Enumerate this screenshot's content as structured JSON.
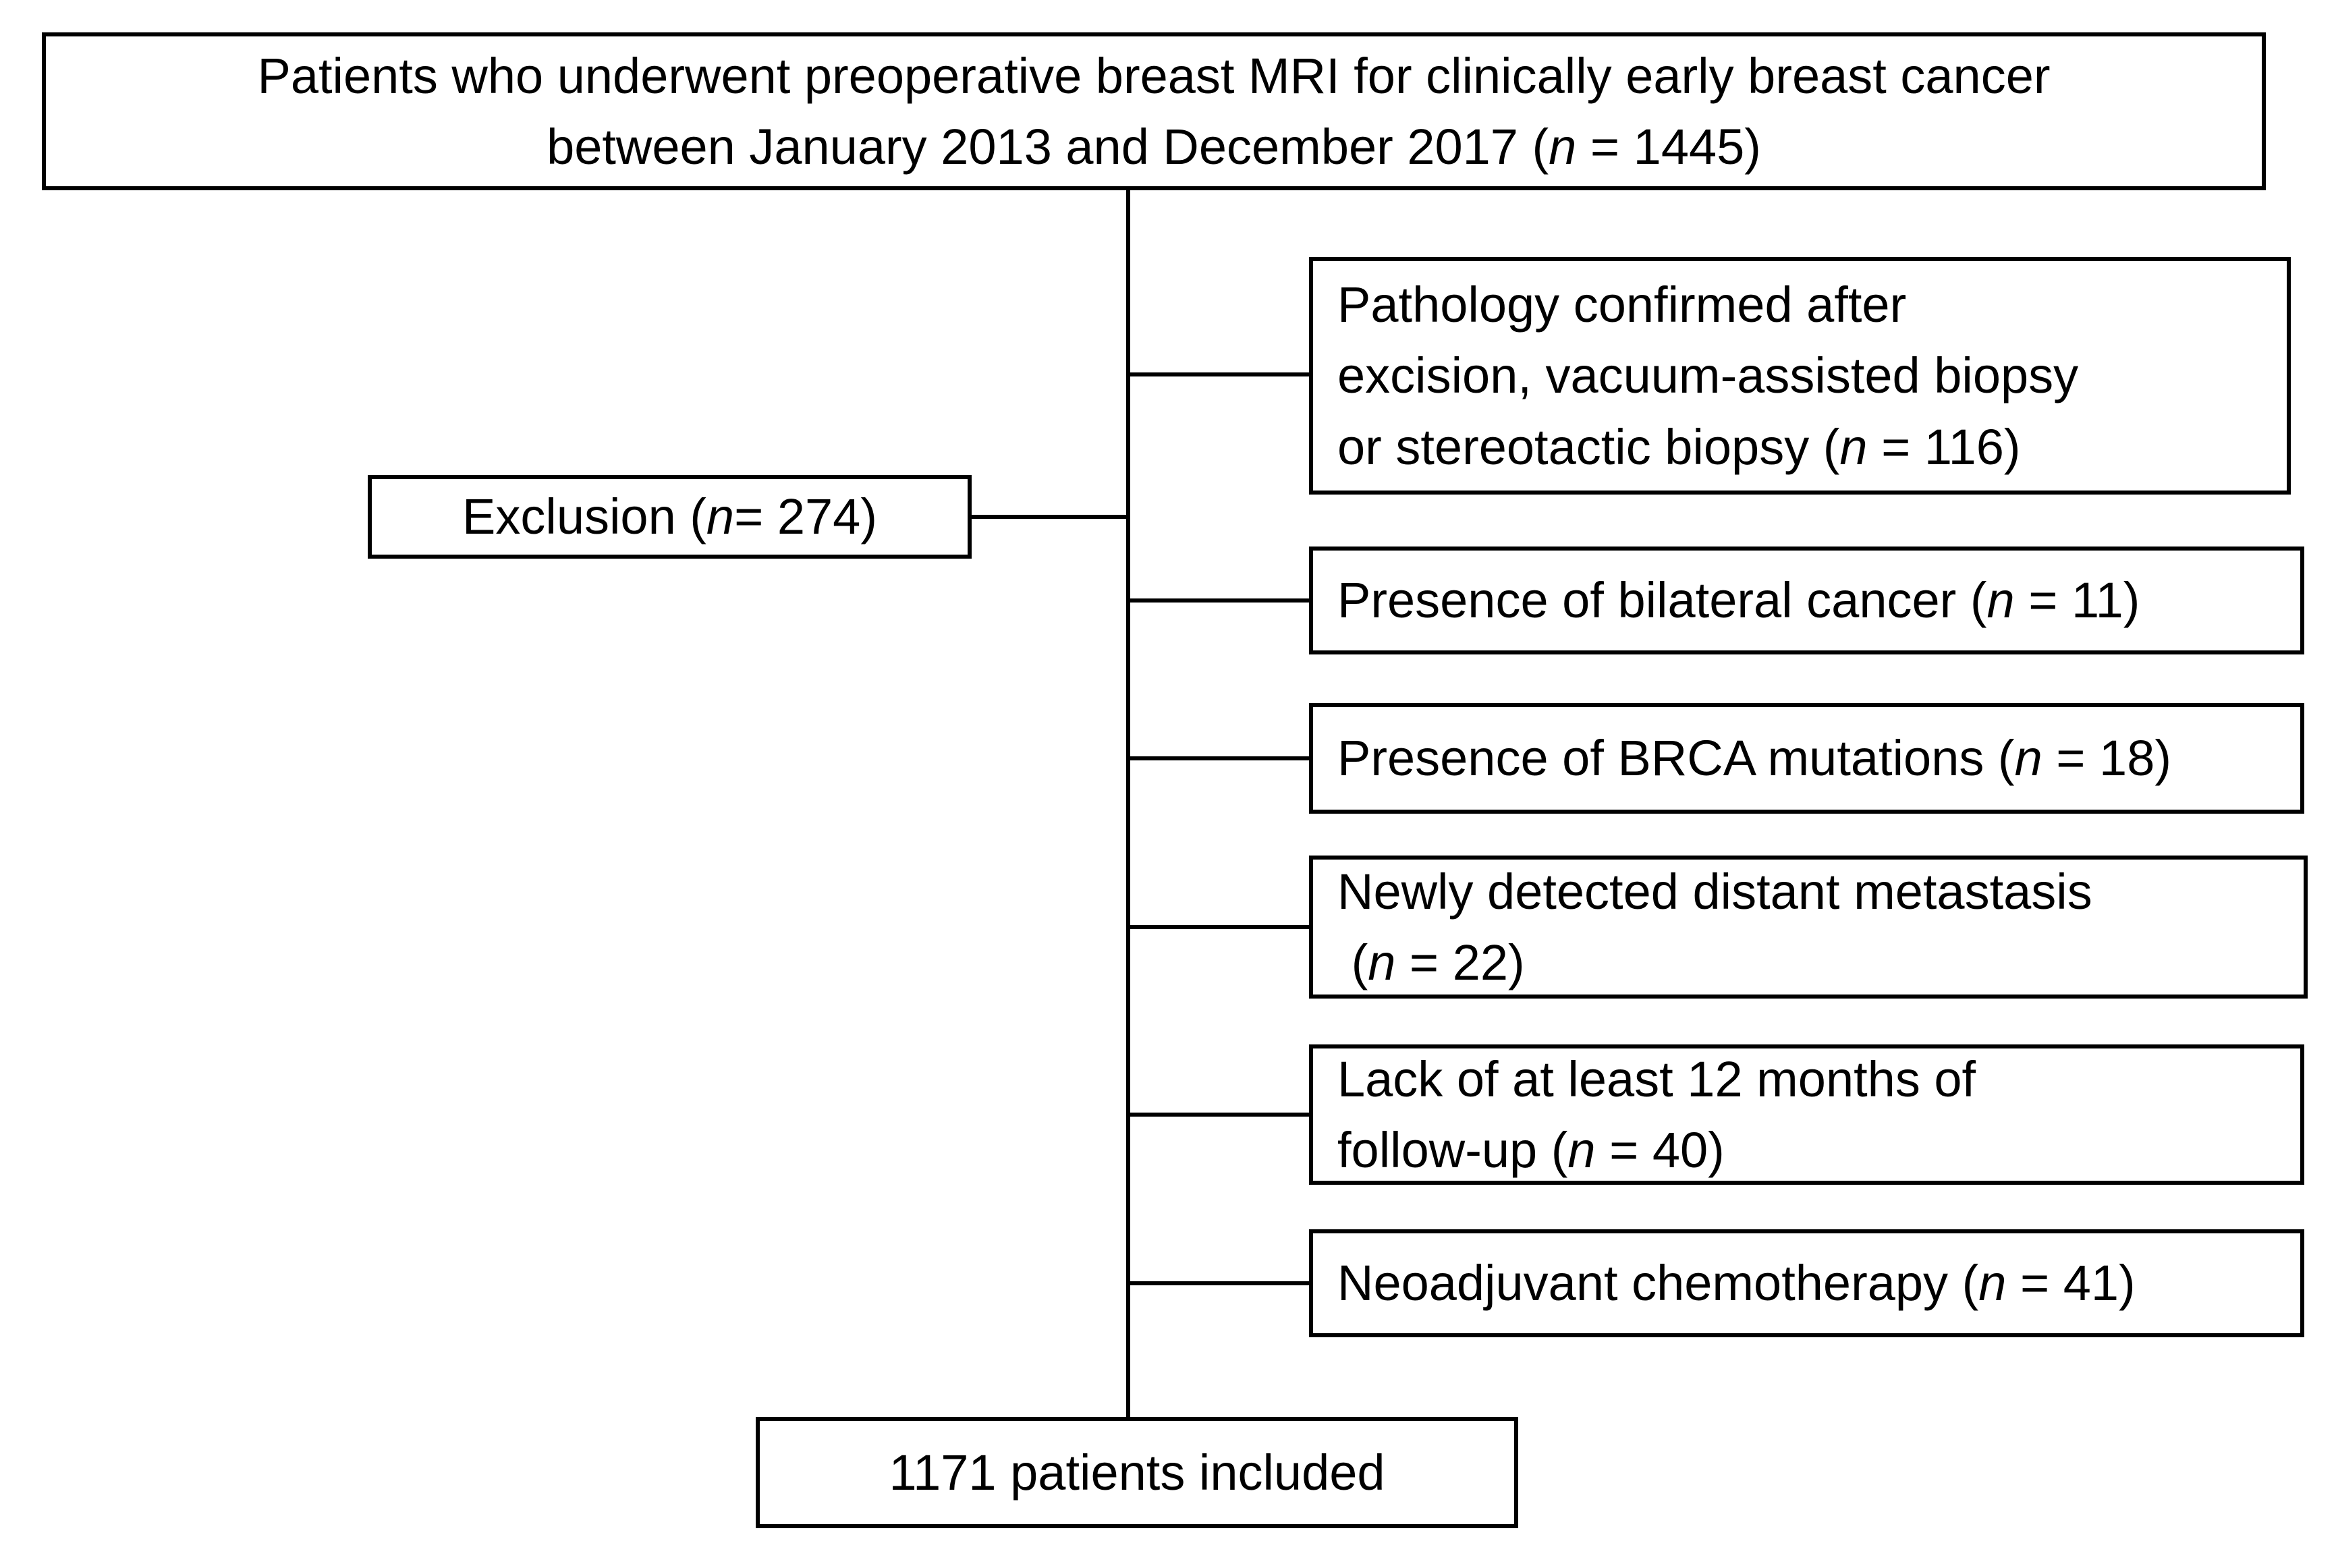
{
  "flow": {
    "colors": {
      "stroke": "#000000",
      "background": "#ffffff",
      "text": "#000000"
    },
    "cohort": {
      "lines": [
        [
          {
            "t": "Patients who underwent preoperative breast MRI for clinically early breast cancer"
          }
        ],
        [
          {
            "t": "between January 2013 and December 2017 ("
          },
          {
            "t": "n",
            "i": true
          },
          {
            "t": " = 1445)"
          }
        ]
      ]
    },
    "exclusion": {
      "lines": [
        [
          {
            "t": "Exclusion ("
          },
          {
            "t": "n",
            "i": true
          },
          {
            "t": "= 274)"
          }
        ]
      ]
    },
    "reasons": [
      {
        "lines": [
          [
            {
              "t": "Pathology confirmed after"
            }
          ],
          [
            {
              "t": "excision, vacuum-assisted biopsy"
            }
          ],
          [
            {
              "t": "or stereotactic biopsy ("
            },
            {
              "t": "n",
              "i": true
            },
            {
              "t": " = 116)"
            }
          ]
        ]
      },
      {
        "lines": [
          [
            {
              "t": "Presence of bilateral cancer ("
            },
            {
              "t": "n",
              "i": true
            },
            {
              "t": " = 11)"
            }
          ]
        ]
      },
      {
        "lines": [
          [
            {
              "t": "Presence of BRCA mutations ("
            },
            {
              "t": "n",
              "i": true
            },
            {
              "t": " = 18)"
            }
          ]
        ]
      },
      {
        "lines": [
          [
            {
              "t": "Newly detected distant metastasis"
            }
          ],
          [
            {
              "t": " ("
            },
            {
              "t": "n",
              "i": true
            },
            {
              "t": " = 22)"
            }
          ]
        ]
      },
      {
        "lines": [
          [
            {
              "t": "Lack of at least 12 months of"
            }
          ],
          [
            {
              "t": "follow-up ("
            },
            {
              "t": "n",
              "i": true
            },
            {
              "t": " = 40)"
            }
          ]
        ]
      },
      {
        "lines": [
          [
            {
              "t": "Neoadjuvant chemotherapy ("
            },
            {
              "t": "n",
              "i": true
            },
            {
              "t": " = 41)"
            }
          ]
        ]
      }
    ],
    "included": {
      "lines": [
        [
          {
            "t": "1171 patients included"
          }
        ]
      ]
    }
  }
}
